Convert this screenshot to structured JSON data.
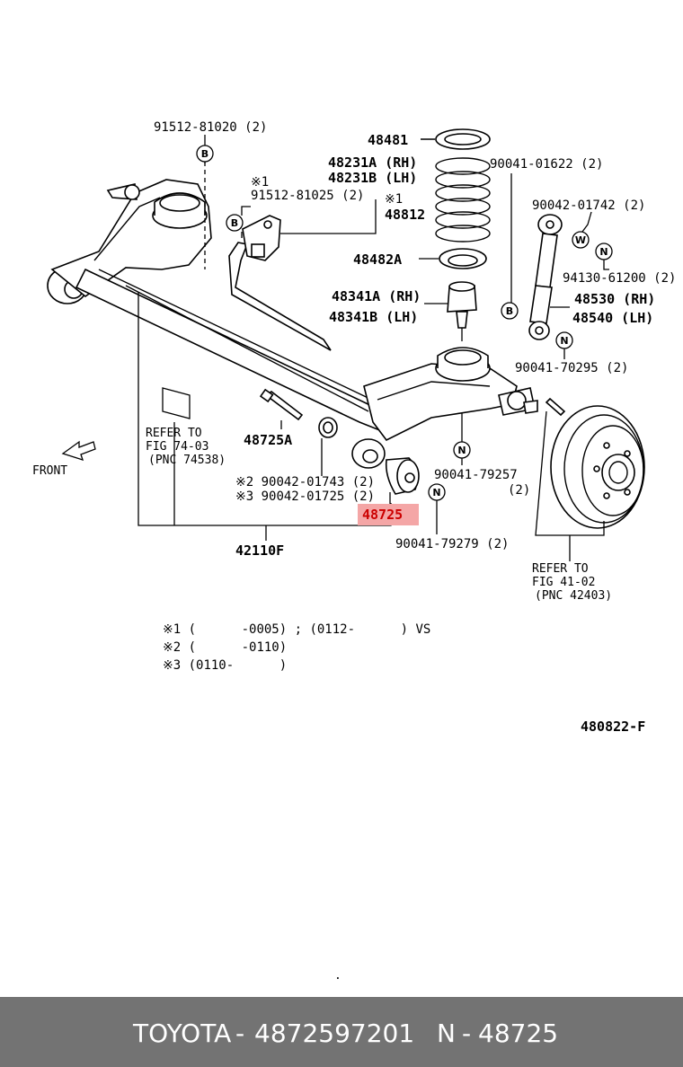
{
  "diagram": {
    "labels": {
      "p91512_81020": "91512-81020 (2)",
      "p48481": "48481",
      "p48231a": "48231A (RH)",
      "p48231b": "48231B (LH)",
      "p90041_01622": "90041-01622 (2)",
      "mark1a": "※1",
      "p91512_81025": "91512-81025 (2)",
      "mark1b": "※1",
      "p48812": "48812",
      "p90042_01742": "90042-01742 (2)",
      "p48482a": "48482A",
      "p94130_61200": "94130-61200 (2)",
      "p48341a": "48341A (RH)",
      "p48341b": "48341B (LH)",
      "p48530": "48530 (RH)",
      "p48540": "48540  (LH)",
      "p90041_70295": "90041-70295 (2)",
      "refer1_l1": "REFER TO",
      "refer1_l2": "FIG 74-03",
      "refer1_l3": "(PNC 74538)",
      "p48725a": "48725A",
      "front": "FRONT",
      "p90041_79257": "90041-79257",
      "p90041_79257_qty": "(2)",
      "p90042_01743": "※2 90042-01743 (2)",
      "p90042_01725": "※3 90042-01725 (2)",
      "p48725": "48725",
      "p42110f": "42110F",
      "p90041_79279": "90041-79279 (2)",
      "refer2_l1": "REFER TO",
      "refer2_l2": "FIG 41-02",
      "refer2_l3": "(PNC 42403)",
      "note1": "※1 (      -0005) ; (0112-      ) VS",
      "note2": "※2 (      -0110)",
      "note3": "※3 (0110-      )",
      "ref_code": "480822-F",
      "dot": "."
    },
    "circle_letters": {
      "B": "B",
      "N": "N",
      "W": "W"
    },
    "highlight_color": "#f4a6a6",
    "highlight_text_color": "#cc0000"
  },
  "footer": {
    "brand": "TOYOTA",
    "sep1": "-",
    "part_number": "4872597201",
    "n_label": "N",
    "sep2": "-",
    "pnc": "48725",
    "background": "#737373"
  }
}
